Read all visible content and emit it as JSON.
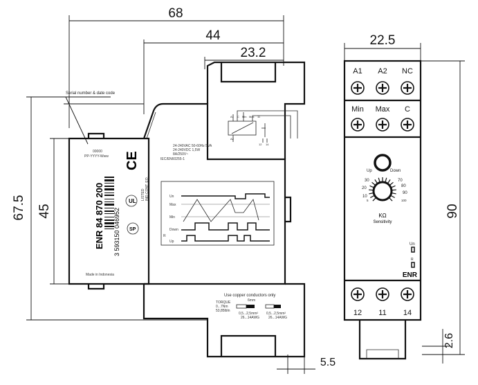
{
  "dimensions": {
    "overall_depth": "68",
    "depth_to_face": "44",
    "terminal_depth": "23.2",
    "width": "22.5",
    "overall_height": "67.5",
    "front_height": "45",
    "total_height": "90",
    "clip_offset": "2.6",
    "din_offset": "5.5"
  },
  "side_view": {
    "serial_note": "Serial number & date code",
    "serial_code": "00000",
    "date_code": "PP-YYYY-Www",
    "product_code": "ENR 84 870 200",
    "barcode_digits": "3 593150 046952",
    "supply_lines": [
      "24-240VAC 50-60Hz 5VA",
      "24-240VDC 1,5W",
      "8A/250V~",
      "IEC/EN60255-1"
    ],
    "listing_text": [
      "LISTED",
      "IND.CONT. EQ."
    ],
    "made_in": "Made in Indonesia",
    "copper_note": "Use copper conductors only",
    "torque_label": "TORQUE",
    "torque_values": [
      "0...7Nm",
      "53,85lbIn"
    ],
    "wire_specs": [
      "0,5...2,5mm²",
      "26...14AWG"
    ],
    "strip_length": "6mm",
    "timing_labels": [
      "Un",
      "Max",
      "Min",
      "Down",
      "Up",
      "R"
    ],
    "wiring_labels": [
      "A1",
      "C",
      "Min",
      "Max",
      "11",
      "A2",
      "12",
      "14"
    ]
  },
  "front_view": {
    "top_terminals": [
      "A1",
      "A2",
      "NC"
    ],
    "mid_terminals": [
      "Min",
      "Max",
      "C"
    ],
    "bottom_terminals": [
      "12",
      "11",
      "14"
    ],
    "knob_left": "Up",
    "knob_right": "Down",
    "scale_left": [
      "30",
      "20",
      "10",
      "5"
    ],
    "scale_right": [
      "70",
      "80",
      "90",
      "100"
    ],
    "unit": "KΩ",
    "knob_caption": "Sensitivity",
    "led_un": "Un",
    "led_r": "R",
    "model": "ENR"
  }
}
